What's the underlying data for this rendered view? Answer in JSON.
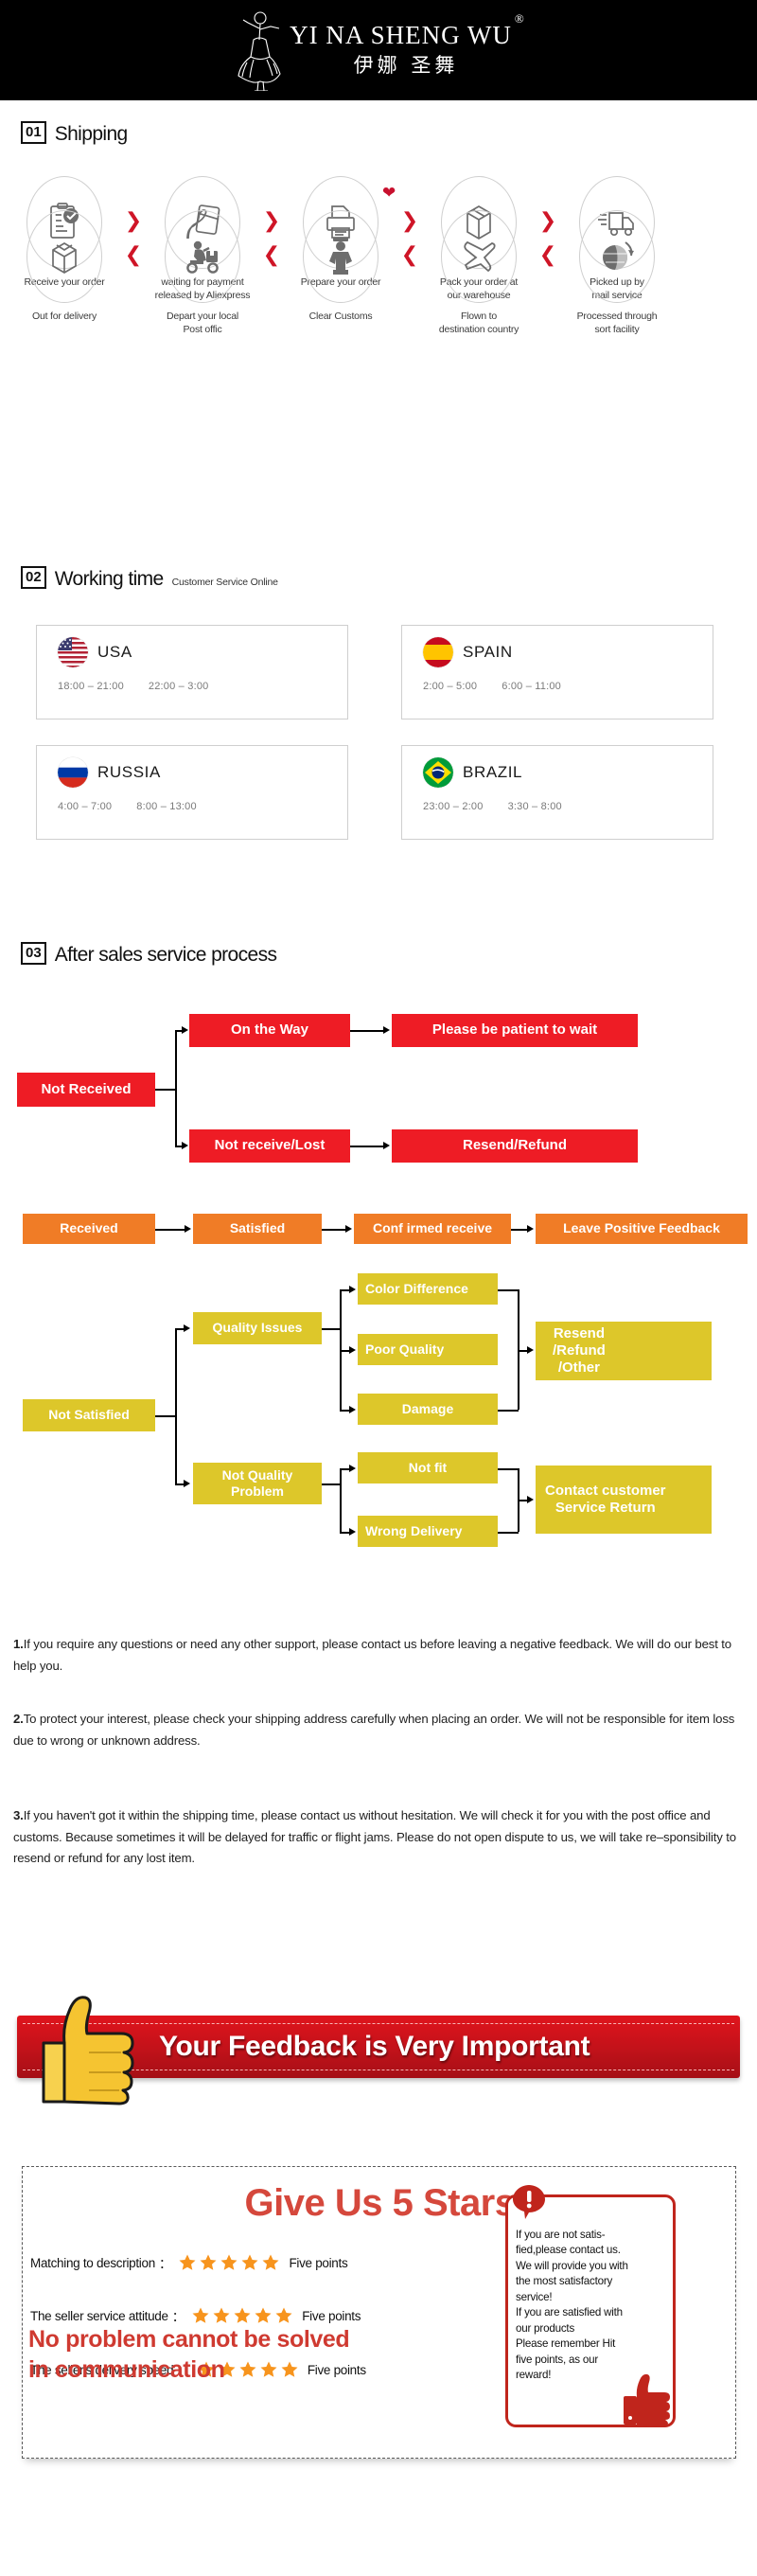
{
  "header": {
    "brand_en": "YI NA SHENG WU",
    "registered_mark": "®",
    "brand_cn": "伊娜 圣舞",
    "logo_icon": "dancer-logo-icon"
  },
  "sections": {
    "shipping": {
      "num": "01",
      "title": "Shipping",
      "sub": ""
    },
    "working_time": {
      "num": "02",
      "title": "Working time",
      "sub": "Customer Service Online"
    },
    "after_sales": {
      "num": "03",
      "title": "After sales service process",
      "sub": ""
    }
  },
  "shipping": {
    "row1": [
      {
        "label": "Receive your order",
        "icon": "clipboard-check-icon"
      },
      {
        "label": "waiting for payment\nreleased by Aliexpress",
        "icon": "hand-card-icon"
      },
      {
        "label": "Prepare your order",
        "icon": "printer-icon"
      },
      {
        "label": "Pack your order at\nour warehouse",
        "icon": "box-icon"
      },
      {
        "label": "Picked up by\nmail service",
        "icon": "truck-icon"
      }
    ],
    "row2": [
      {
        "label": "Out  for delivery",
        "icon": "open-box-icon"
      },
      {
        "label": "Depart your local\nPost offic",
        "icon": "scooter-courier-icon"
      },
      {
        "label": "Clear Customs",
        "icon": "customs-officer-icon"
      },
      {
        "label": "Flown to\ndestination country",
        "icon": "airplane-icon"
      },
      {
        "label": "Processed through\nsort facility",
        "icon": "globe-icon"
      }
    ],
    "separator_icon": "chevron-right-icon",
    "separator_back_icon": "chevron-left-icon",
    "turn_icon": "heart-down-icon"
  },
  "working_time": {
    "cards": [
      {
        "country": "USA",
        "flag": "flag-usa-icon",
        "slots": [
          "18:00 – 21:00",
          "22:00 – 3:00"
        ]
      },
      {
        "country": "SPAIN",
        "flag": "flag-spain-icon",
        "slots": [
          "2:00 – 5:00",
          "6:00 – 11:00"
        ]
      },
      {
        "country": "RUSSIA",
        "flag": "flag-russia-icon",
        "slots": [
          "4:00 – 7:00",
          "8:00 – 13:00"
        ]
      },
      {
        "country": "BRAZIL",
        "flag": "flag-brazil-icon",
        "slots": [
          "23:00 – 2:00",
          "3:30 – 8:00"
        ]
      }
    ]
  },
  "flowchart": {
    "colors": {
      "red": "#ee1c25",
      "orange": "#f07c26",
      "yellow": "#ddc72a"
    },
    "red_group": {
      "root": "Not Received",
      "branch_top": "On the Way",
      "branch_top_result": "Please be patient to wait",
      "branch_bottom": "Not receive/Lost",
      "branch_bottom_result": "Resend/Refund"
    },
    "orange_group": [
      "Received",
      "Satisfied",
      "Conf irmed receive",
      "Leave Positive Feedback"
    ],
    "yellow_group": {
      "root": "Not Satisfied",
      "quality_issues": "Quality Issues",
      "quality_children": [
        "Color Difference",
        "Poor Quality",
        "Damage"
      ],
      "quality_result": "Resend\n/Refund\n/Other",
      "not_quality": "Not Quality\nProblem",
      "not_quality_children": [
        "Not fit",
        "Wrong Delivery"
      ],
      "not_quality_result": "Contact customer\nService Return"
    }
  },
  "notes": [
    {
      "num": "1.",
      "text": "If you require any questions or need any other support, please contact us before leaving a negative feedback. We will do our best to help you."
    },
    {
      "num": "2.",
      "text": "To protect your interest, please check your shipping address carefully when placing an order. We will not be responsible for item loss due to wrong or unknown address."
    },
    {
      "num": "3.",
      "text": "If you haven't got it within the shipping time, please contact us without hesitation. We will check it for you with the post office and customs. Because sometimes it will be delayed for traffic or flight jams. Please do not open dispute to us, we will take re–sponsibility to resend or refund for any lost item."
    }
  ],
  "feedback_banner": {
    "text": "Your Feedback is Very Important",
    "icon": "thumbs-up-icon",
    "bg_color": "#c3121a"
  },
  "stars_box": {
    "title": "Give Us 5 Stars",
    "title_color": "#d5483c",
    "star_icon": "star-icon",
    "star_color": "#f7941d",
    "rows": [
      {
        "label": "Matching to description",
        "colon": "：",
        "stars": 5,
        "points": "Five points"
      },
      {
        "label": "The seller service attitude",
        "colon": "：",
        "stars": 5,
        "points": "Five points"
      },
      {
        "label": "The seller's delivery speed",
        "colon": "：",
        "stars": 5,
        "points": "Five points"
      }
    ],
    "tagline": "No problem cannot be solved\nin communication",
    "note": {
      "icon": "exclamation-icon",
      "thumb_icon": "thumbs-up-small-icon",
      "text": "If you are not satis-fied,please contact us. We will provide you with the most satisfactory service!\nIf you are satisfied with our products\nPlease remember Hit five points, as our reward!",
      "lines": [
        "If you are not satis-",
        "fied,please contact us.",
        "We will provide you with",
        "the most satisfactory",
        "service!",
        "If you are satisfied with",
        "our products",
        "Please remember Hit",
        "five points, as our",
        "reward!"
      ]
    }
  }
}
